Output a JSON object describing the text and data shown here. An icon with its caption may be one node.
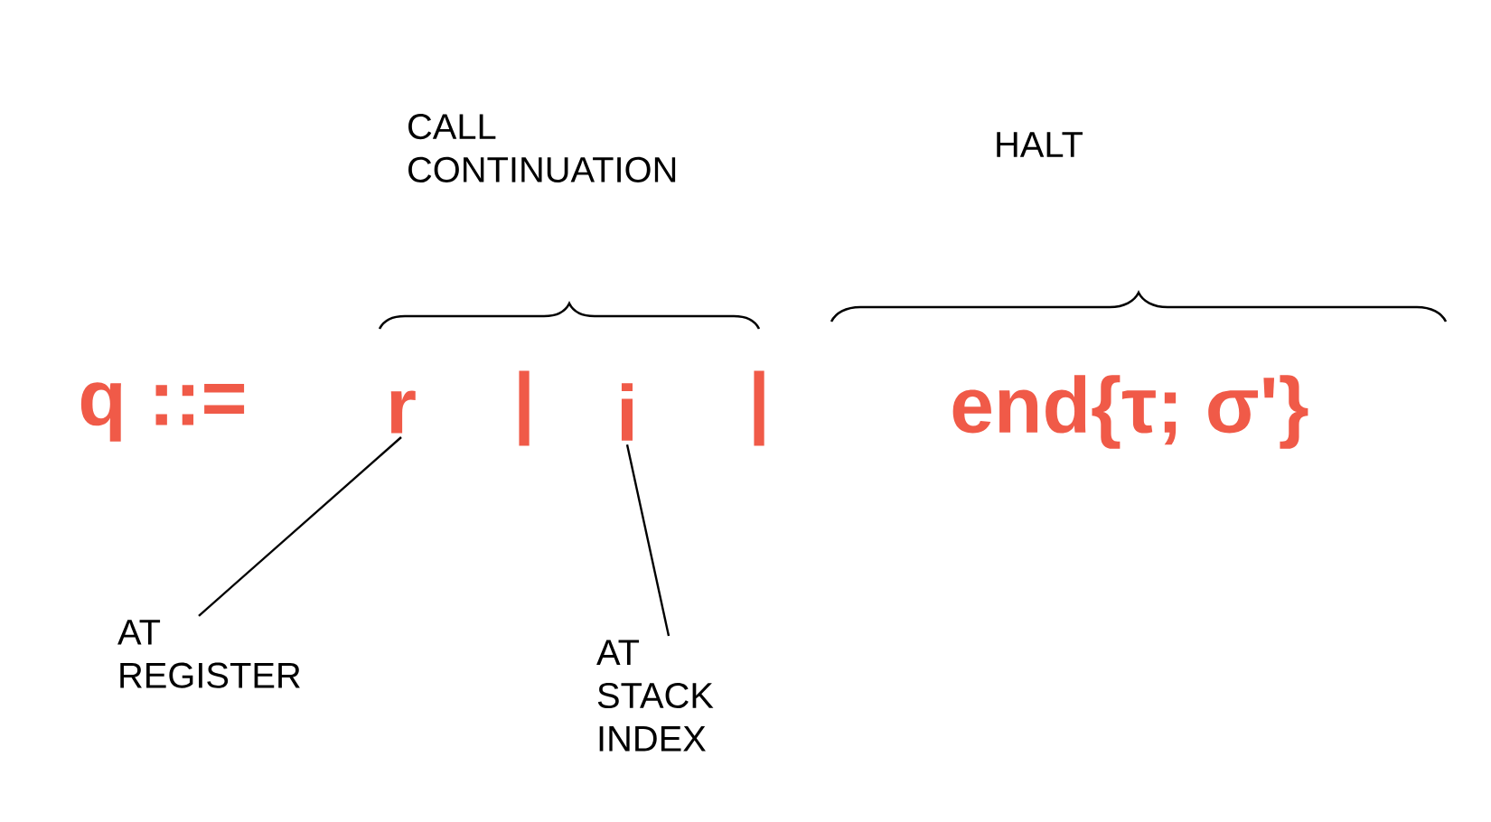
{
  "diagram": {
    "nodes": [
      {
        "text": [
          "r"
        ]
      },
      {
        "text": [
          "i"
        ]
      },
      {
        "text": [
          "AT REGISTER"
        ]
      },
      {
        "text": [
          "AT STACK INDEX"
        ]
      }
    ],
    "edges": [
      {
        "from": 2,
        "to": 0,
        "arrow": "none"
      },
      {
        "from": 3,
        "to": 1,
        "arrow": "none"
      }
    ],
    "labels": [
      "CALL CONTINUATION",
      "HALT",
      "q ::=",
      "|",
      "|",
      "end{τ; σ'}"
    ]
  }
}
